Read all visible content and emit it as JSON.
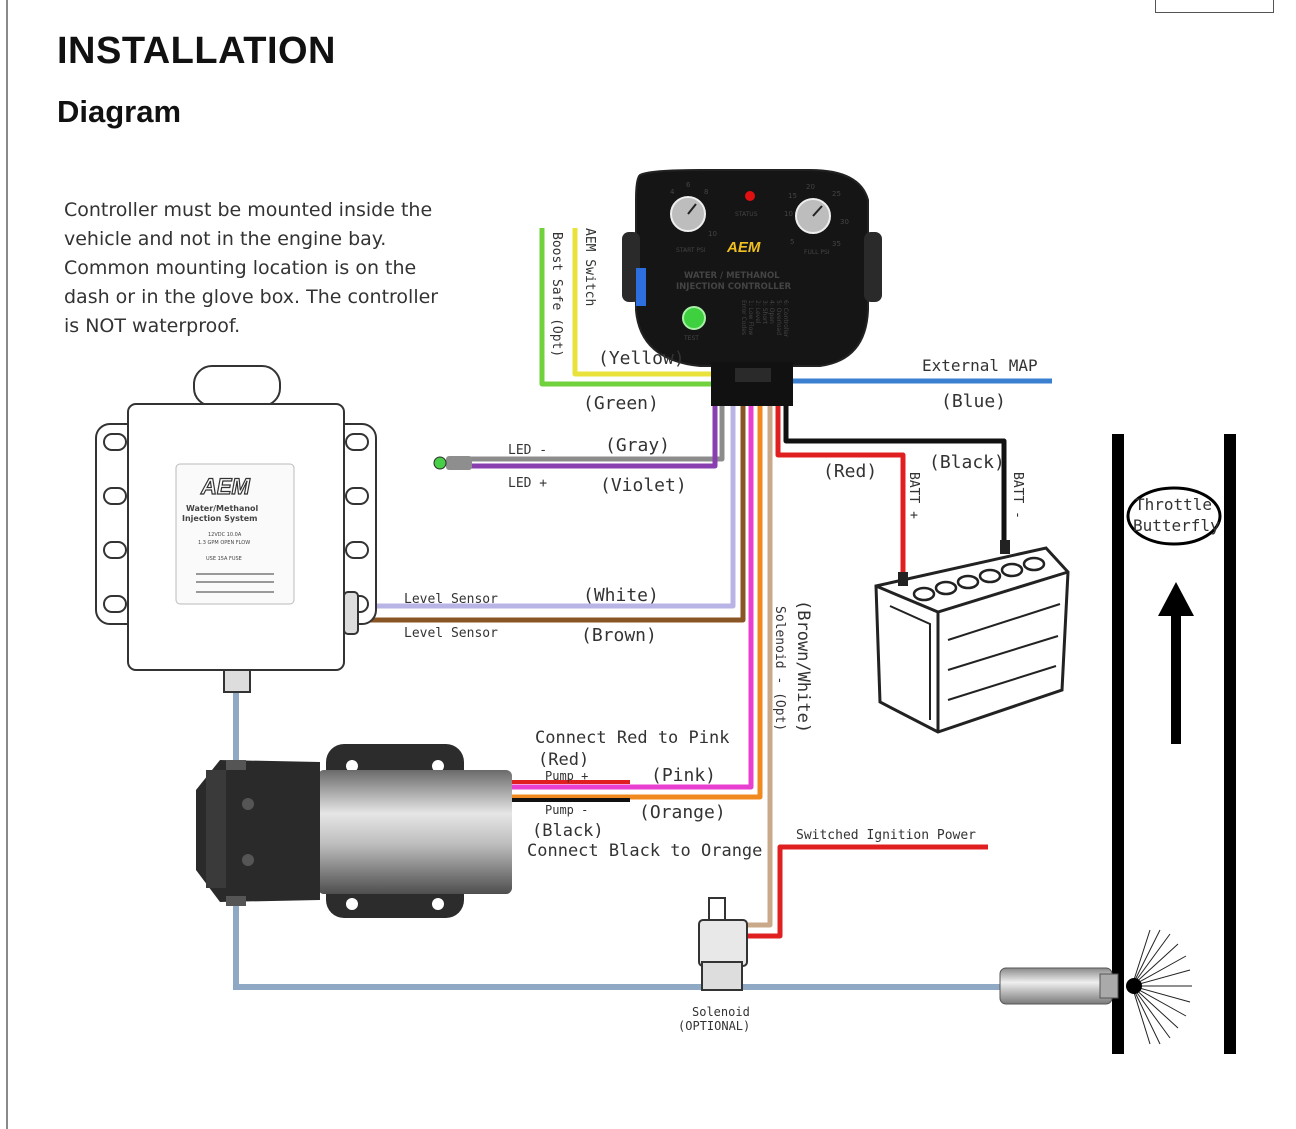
{
  "page": {
    "heading": "INSTALLATION",
    "subheading": "Diagram"
  },
  "diagram": {
    "note_lines": [
      "Controller must be mounted inside the",
      "vehicle and not in the engine bay.",
      "Common mounting location is on the",
      "dash or in the glove box. The controller",
      "is NOT waterproof."
    ],
    "controller": {
      "brand": "AEM",
      "title_line1": "WATER / METHANOL",
      "title_line2": "INJECTION CONTROLLER",
      "status_label": "STATUS",
      "test_label": "TEST",
      "start_label": "START PSI",
      "full_label": "FULL PSI",
      "left_dial_ticks": [
        "4",
        "6",
        "8",
        "10"
      ],
      "right_dial_ticks": [
        "5",
        "10",
        "15",
        "20",
        "25",
        "30",
        "35"
      ],
      "error_codes_title": "Error Codes",
      "error_codes": [
        "1: Low Flow",
        "2: Level",
        "3: Short",
        "4: Open",
        "5: Overload",
        "6: Controller"
      ]
    },
    "tank": {
      "brand": "AEM",
      "title_line1": "Water/Methanol",
      "title_line2": "Injection System",
      "spec_line1": "12VDC 10.0A",
      "spec_line2": "1.3 GPM OPEN FLOW",
      "spec_line3": "USE 15A FUSE"
    },
    "wire_labels": {
      "boost_safe": "Boost Safe (Opt)",
      "aem_switch": "AEM Switch",
      "yellow": "(Yellow)",
      "green": "(Green)",
      "external_map": "External MAP",
      "blue": "(Blue)",
      "led_minus": "LED -",
      "led_plus": "LED +",
      "gray": "(Gray)",
      "violet": "(Violet)",
      "red": "(Red)",
      "black": "(Black)",
      "batt_plus": "BATT +",
      "batt_minus": "BATT -",
      "level_sensor_1": "Level Sensor",
      "level_sensor_2": "Level Sensor",
      "white": "(White)",
      "brown": "(Brown)",
      "solenoid_opt": "Solenoid - (Opt)",
      "brown_white": "(Brown/White)",
      "connect_red": "Connect Red to Pink",
      "pump_red": "(Red)",
      "pump_plus": "Pump +",
      "pink": "(Pink)",
      "pump_minus": "Pump -",
      "orange": "(Orange)",
      "pump_black": "(Black)",
      "connect_black": "Connect Black to Orange",
      "switched_ignition": "Switched Ignition Power",
      "solenoid": "Solenoid",
      "solenoid_optional": "(OPTIONAL)",
      "throttle_1": "Throttle",
      "throttle_2": "Butterfly"
    },
    "colors": {
      "yellow": "#e8e23a",
      "green": "#6fd23c",
      "blue": "#3a7fd0",
      "gray": "#8c8c8c",
      "violet": "#8a3fb0",
      "white": "#b9b4e6",
      "brown": "#8a5524",
      "pink": "#e83fd0",
      "orange": "#f08a20",
      "brown_white": "#c9a98a",
      "red": "#e02020",
      "black": "#111111",
      "hose": "#8fa9c4"
    }
  }
}
